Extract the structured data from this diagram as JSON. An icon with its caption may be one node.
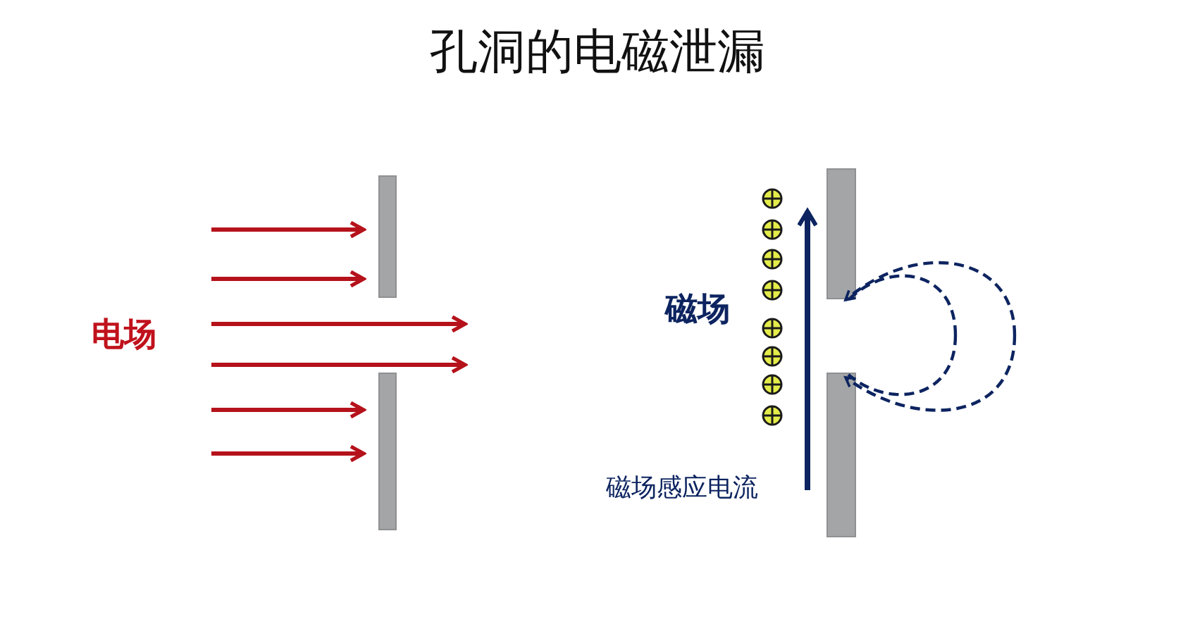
{
  "diagram": {
    "title": "孔洞的电磁泄漏",
    "labels": [
      "电场",
      "磁场",
      "磁场感应电流"
    ]
  }
}
